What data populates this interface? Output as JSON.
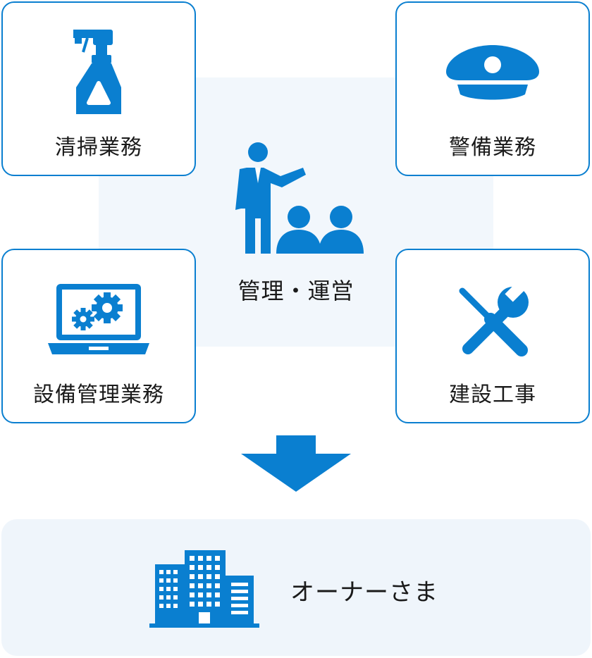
{
  "colors": {
    "accent": "#0a7fd0",
    "panel_bg": "#f2f7fc",
    "owner_bg": "#eff5fb"
  },
  "cards": {
    "cleaning": {
      "label": "清掃業務",
      "icon": "spray-bottle-icon"
    },
    "security": {
      "label": "警備業務",
      "icon": "guard-cap-icon"
    },
    "facility": {
      "label": "設備管理業務",
      "icon": "laptop-gears-icon"
    },
    "construction": {
      "label": "建設工事",
      "icon": "tools-icon"
    }
  },
  "center": {
    "label": "管理・運営",
    "icon": "presenter-audience-icon"
  },
  "arrow": {
    "icon": "down-arrow-icon"
  },
  "owner": {
    "label": "オーナーさま",
    "icon": "buildings-icon"
  }
}
